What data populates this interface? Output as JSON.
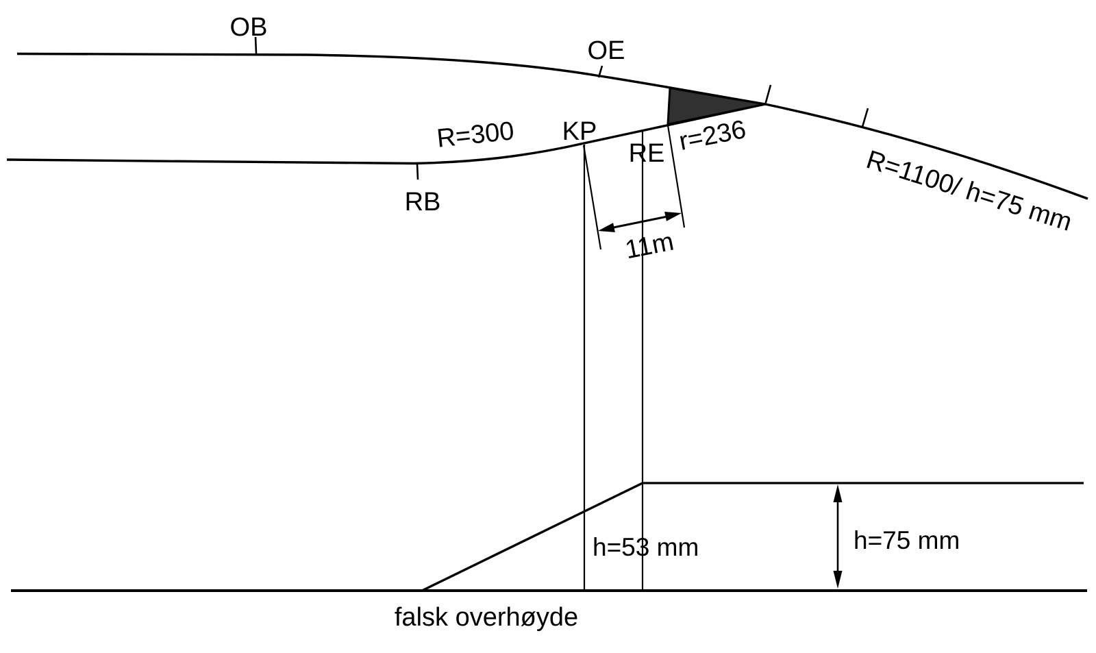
{
  "diagram": {
    "title": "false superelevation track transition diagram",
    "labels": {
      "ob": "OB",
      "oe": "OE",
      "rb": "RB",
      "kp": "KP",
      "re": "RE",
      "radius_left": "R=300",
      "radius_small": "r=236",
      "radius_right": "R=1100/ h=75 mm",
      "dim_length": "11m",
      "height_mid": "h=53 mm",
      "height_right": "h=75 mm",
      "caption": "falsk overhøyde"
    },
    "colors": {
      "line": "#000000",
      "wedge_fill": "#313131",
      "background": "#ffffff"
    }
  }
}
